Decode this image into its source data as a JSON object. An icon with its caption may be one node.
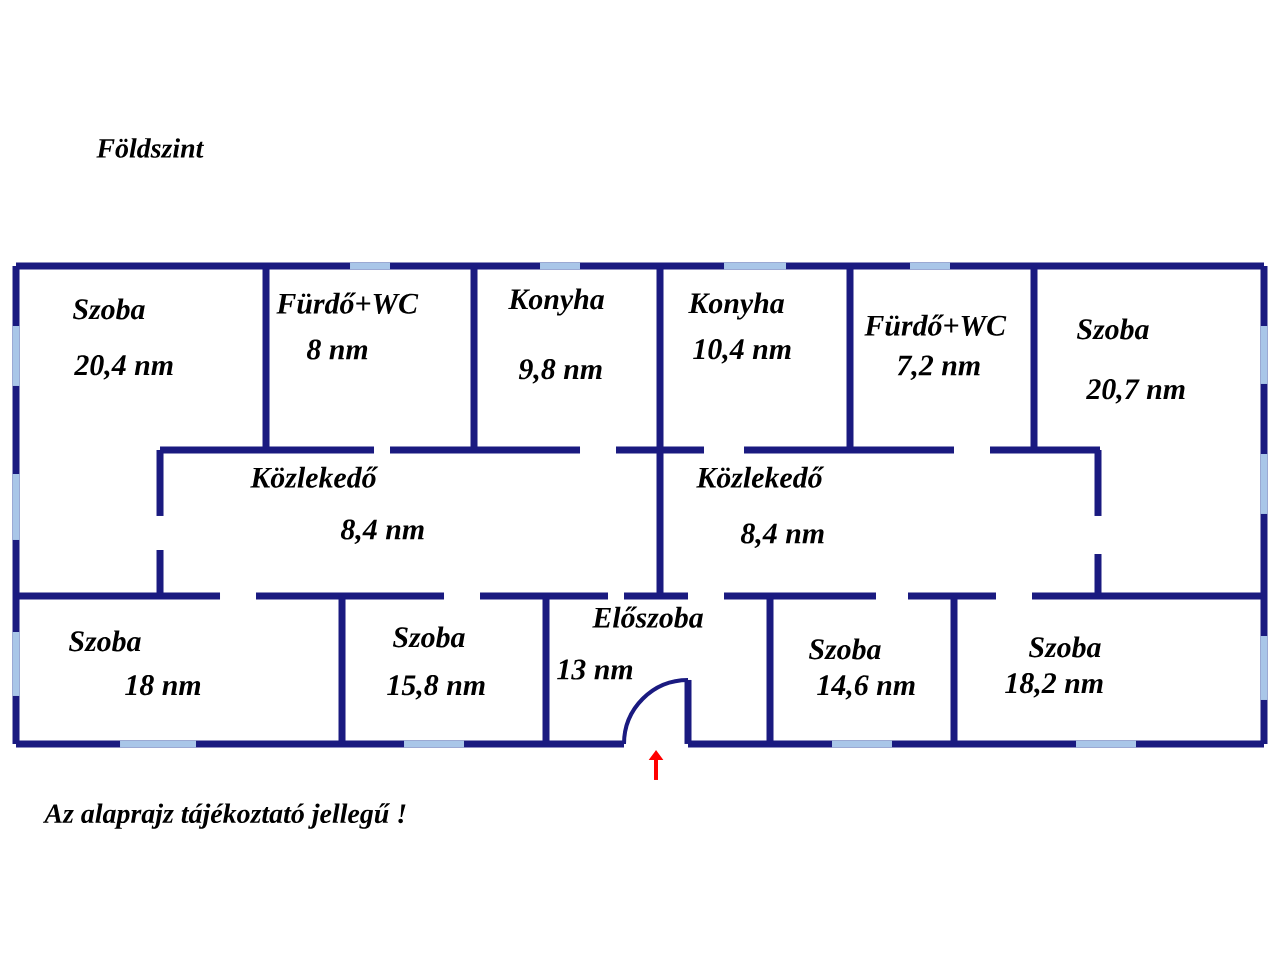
{
  "diagram": {
    "title": "Földszint",
    "caption": "Az alaprajz tájékoztató jellegű !",
    "nodes": [
      {
        "text": [
          "Szoba",
          "20,4 nm"
        ]
      },
      {
        "text": [
          "Fürdő+WC",
          "8 nm"
        ]
      },
      {
        "text": [
          "Konyha",
          "9,8 nm"
        ]
      },
      {
        "text": [
          "Konyha",
          "10,4 nm"
        ]
      },
      {
        "text": [
          "Fürdő+WC",
          "7,2 nm"
        ]
      },
      {
        "text": [
          "Szoba",
          "20,7 nm"
        ]
      },
      {
        "text": [
          "Közlekedő",
          "8,4 nm"
        ]
      },
      {
        "text": [
          "Közlekedő",
          "8,4 nm"
        ]
      },
      {
        "text": [
          "Szoba",
          "18 nm"
        ]
      },
      {
        "text": [
          "Szoba",
          "15,8 nm"
        ]
      },
      {
        "text": [
          "Előszoba",
          "13 nm"
        ]
      },
      {
        "text": [
          "Szoba",
          "14,6 nm"
        ]
      },
      {
        "text": [
          "Szoba",
          "18,2 nm"
        ]
      }
    ]
  }
}
